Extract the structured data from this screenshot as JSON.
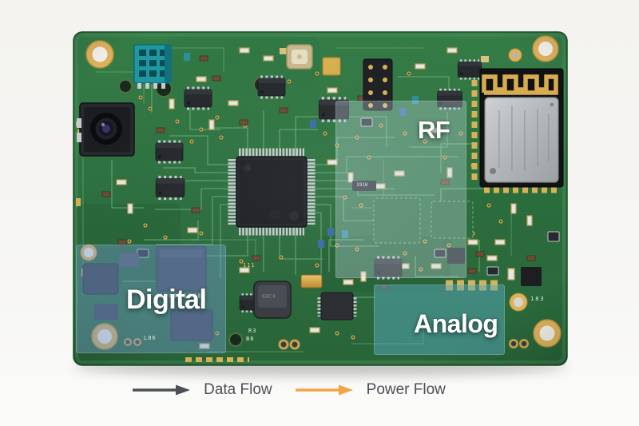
{
  "regions": {
    "rf": {
      "label": "RF",
      "overlay_color": "rgba(205,228,240,0.32)"
    },
    "digital": {
      "label": "Digital",
      "overlay_color": "rgba(116,158,212,0.42)"
    },
    "analog": {
      "label": "Analog",
      "overlay_color": "rgba(88,168,190,0.50)"
    }
  },
  "legend": {
    "data_flow": {
      "label": "Data Flow",
      "color": "#4b5056"
    },
    "power_flow": {
      "label": "Power Flow",
      "color": "#f2a445"
    }
  },
  "silkscreen": {
    "l86": "L86",
    "r3": "R3",
    "b8": "B8",
    "i183": "183",
    "m1910": "1910",
    "y111": "111",
    "inductor_marking": "68C4"
  },
  "colors": {
    "pcb_green": "#2e7340",
    "pcb_edge": "#4b9159",
    "gold": "#d8b05a",
    "chip_black": "#26292d",
    "sensor_teal": "#1f98a2",
    "shield_silver": "#b9bcbe",
    "background": "#f6f5f2"
  }
}
